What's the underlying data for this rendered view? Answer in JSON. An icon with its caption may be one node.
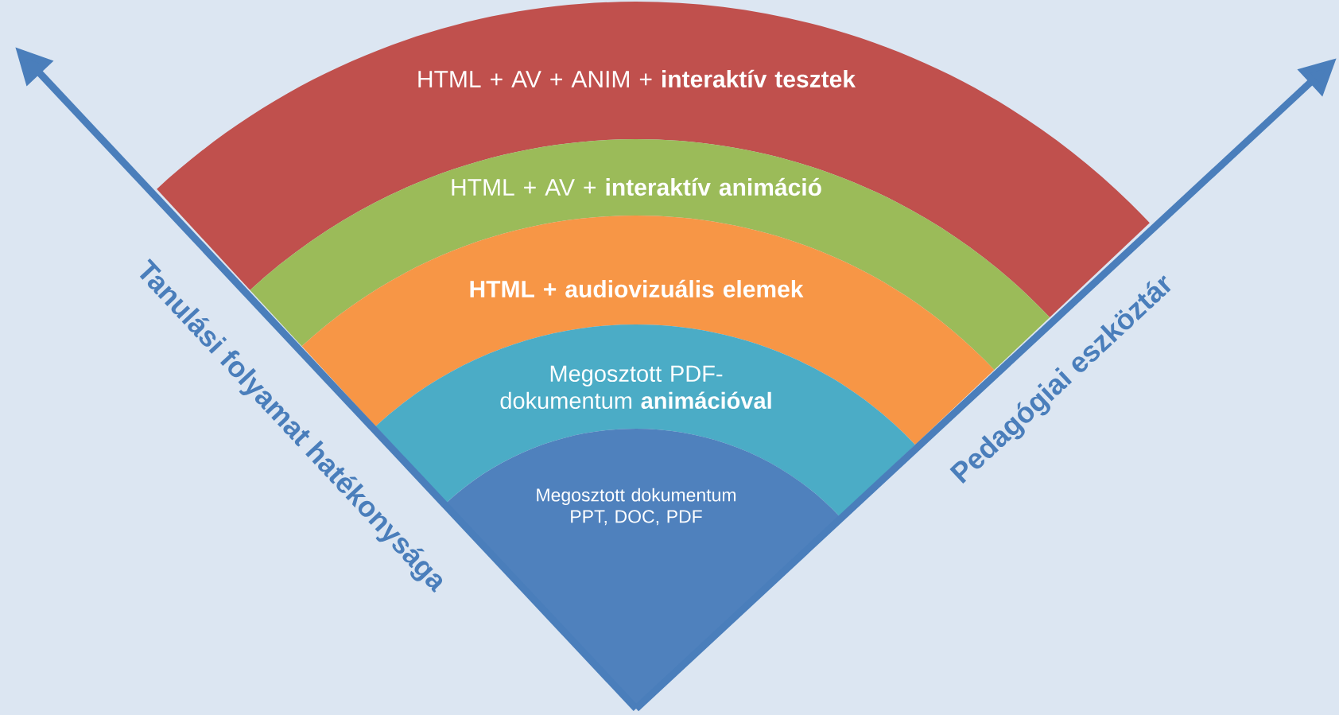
{
  "diagram": {
    "nodes": [
      {
        "text": [
          "HTML + AV + ANIM + **interaktív tesztek**"
        ]
      },
      {
        "text": [
          "HTML + AV + **interaktív animáció**"
        ]
      },
      {
        "text": [
          "HTML + audiovizuális elemek"
        ]
      },
      {
        "text": [
          "Megosztott PDF-dokumentum **animációval**"
        ]
      },
      {
        "text": [
          "Megosztott dokumentum PPT, DOC, PDF"
        ]
      }
    ],
    "labels": [
      "Tanulási folyamat hatékonysága",
      "Pedagógiai eszköztár"
    ]
  }
}
